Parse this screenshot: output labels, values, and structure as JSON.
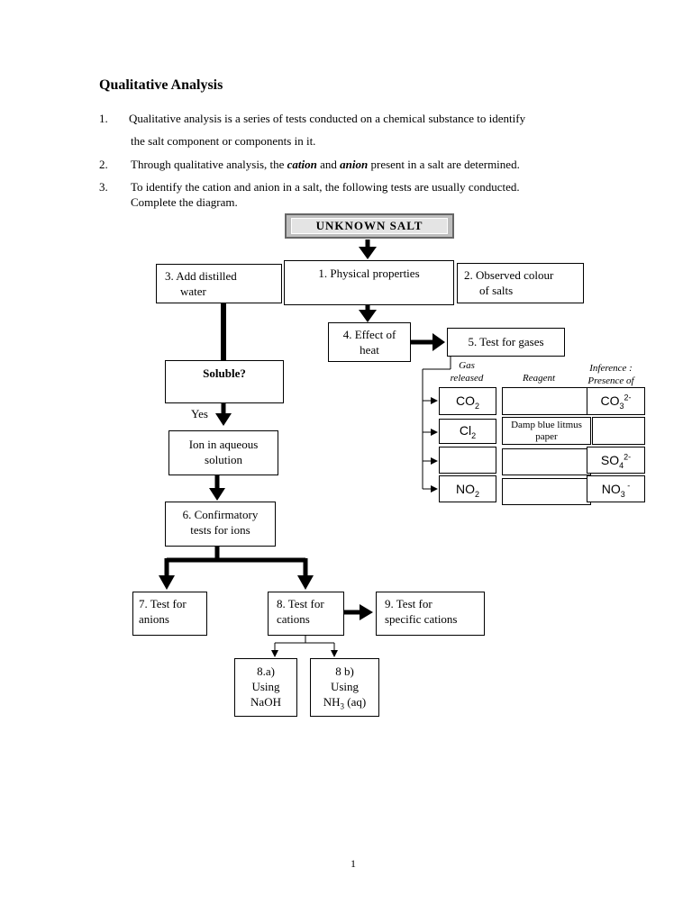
{
  "title": "Qualitative Analysis",
  "points": [
    {
      "num": "1.",
      "line1": "Qualitative analysis is a series of tests conducted on a chemical substance to identify",
      "line2": "the salt component or components in it."
    },
    {
      "num": "2.",
      "pre": "Through qualitative analysis, the ",
      "cation": "cation",
      "mid": " and ",
      "anion": "anion",
      "post": " present in a salt are determined."
    },
    {
      "num": "3.",
      "line1": "To identify the cation and anion in a salt, the following tests are usually conducted.",
      "line2": "Complete the diagram."
    }
  ],
  "diagram": {
    "unknown_salt": "UNKNOWN SALT",
    "add_water": {
      "line1": "3.  Add distilled",
      "line2": "water"
    },
    "physical": "1. Physical properties",
    "observed": {
      "line1": "2. Observed colour",
      "line2": "of salts"
    },
    "heat": {
      "line1": "4. Effect of",
      "line2": "heat"
    },
    "gases": "5. Test for gases",
    "soluble": "Soluble?",
    "yes": "Yes",
    "ion": {
      "line1": "Ion in aqueous",
      "line2": "solution"
    },
    "confirm": {
      "line1": "6. Confirmatory",
      "line2": "tests for ions"
    },
    "anions": {
      "line1": "7. Test for",
      "line2": "anions"
    },
    "cations": {
      "line1": "8. Test for",
      "line2": "cations"
    },
    "specific": {
      "line1": "9. Test for",
      "line2": "specific cations"
    },
    "naoh": {
      "line1": "8.a)",
      "line2": "Using",
      "line3": "NaOH"
    },
    "nh3": {
      "line1": "8 b)",
      "line2": "Using",
      "line3a": "NH",
      "line3sub": "3",
      "line3b": " (aq)"
    }
  },
  "gas_table": {
    "headers": {
      "gas": [
        "Gas",
        "released"
      ],
      "reagent": "Reagent",
      "inference": [
        "Inference :",
        "Presence of"
      ]
    },
    "gases": [
      {
        "base": "CO",
        "sub": "2"
      },
      {
        "base": "Cl",
        "sub": "2"
      },
      {
        "base": "",
        "sub": ""
      },
      {
        "base": "NO",
        "sub": "2"
      }
    ],
    "reagent_cl2": {
      "line1": "Damp blue litmus",
      "line2": "paper"
    },
    "inferences": [
      {
        "base": "CO",
        "sub": "3",
        "sup": "2-"
      },
      {
        "base": "",
        "sub": "",
        "sup": ""
      },
      {
        "base": "SO",
        "sub": "4",
        "sup": "2-"
      },
      {
        "base": "NO",
        "sub": "3",
        "sup": " -"
      }
    ]
  },
  "page_number": "1"
}
